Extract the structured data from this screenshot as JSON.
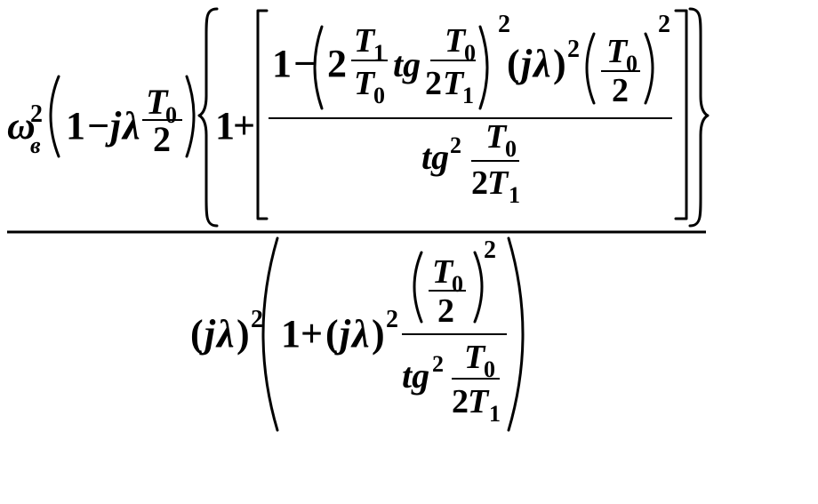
{
  "formula": {
    "num": {
      "omega": "ω",
      "omega_sub": "в",
      "omega_sup": "2",
      "one": "1",
      "minus": "−",
      "j": "j",
      "lambda": "λ",
      "T": "T",
      "sub0": "0",
      "sub1": "1",
      "two": "2",
      "plus": "+",
      "tg": "tg",
      "paren_open": "(",
      "paren_close": ")"
    }
  }
}
